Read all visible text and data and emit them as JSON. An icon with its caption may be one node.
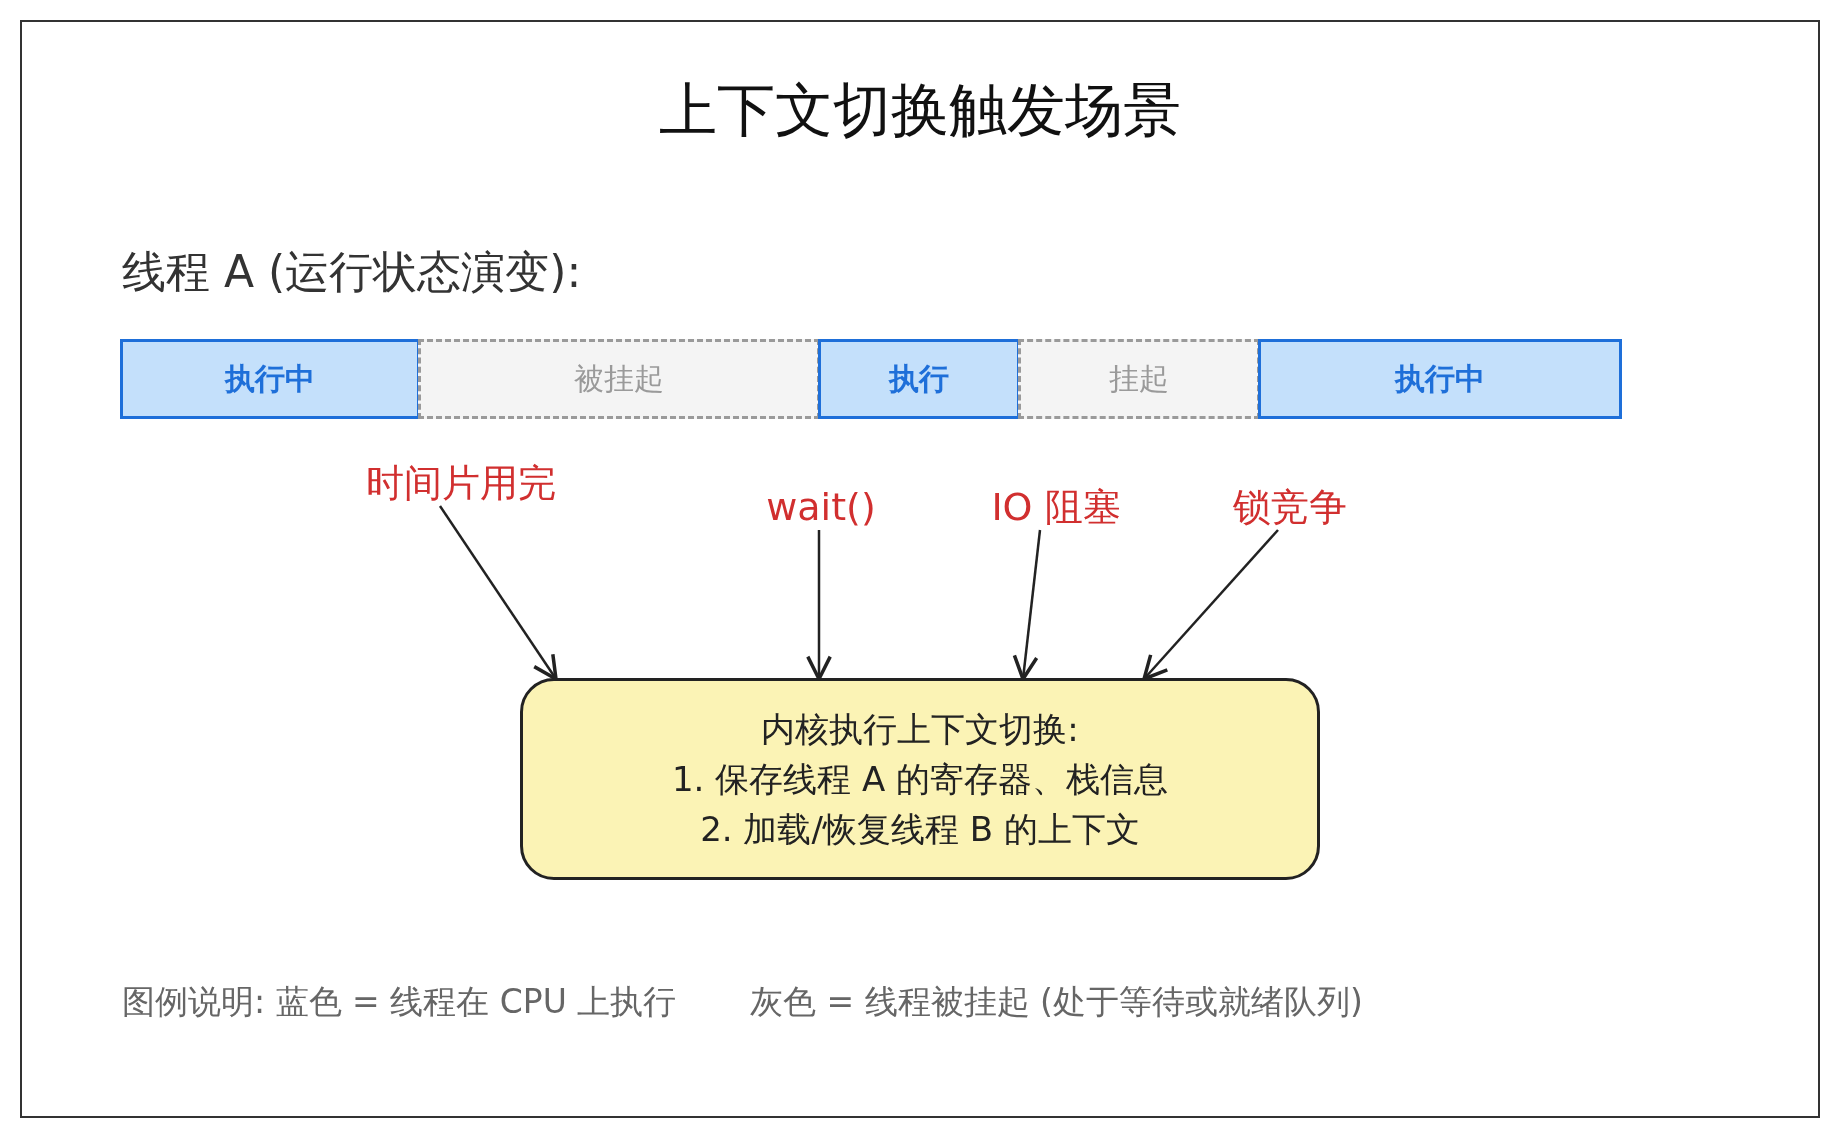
{
  "diagram": {
    "title": "上下文切换触发场景",
    "nodes": [
      {
        "text": [
          "执行中"
        ]
      },
      {
        "text": [
          "被挂起"
        ]
      },
      {
        "text": [
          "执行"
        ]
      },
      {
        "text": [
          "挂起"
        ]
      },
      {
        "text": [
          "执行中"
        ]
      },
      {
        "text": [
          "时间片用完"
        ]
      },
      {
        "text": [
          "wait()"
        ]
      },
      {
        "text": [
          "IO 阻塞"
        ]
      },
      {
        "text": [
          "锁竞争"
        ]
      },
      {
        "text": [
          "内核执行上下文切换:",
          "1. 保存线程 A 的寄存器、栈信息",
          "2. 加载/恢复线程 B 的上下文"
        ]
      }
    ],
    "edges": [
      {
        "from": 5,
        "to": 9,
        "arrow": "to"
      },
      {
        "from": 6,
        "to": 9,
        "arrow": "to"
      },
      {
        "from": 7,
        "to": 9,
        "arrow": "to"
      },
      {
        "from": 8,
        "to": 9,
        "arrow": "to"
      }
    ],
    "labels": [
      "线程 A (运行状态演变):",
      "图例说明: 蓝色 = 线程在 CPU 上执行",
      "灰色 = 线程被挂起 (处于等待或就绪队列)"
    ]
  }
}
